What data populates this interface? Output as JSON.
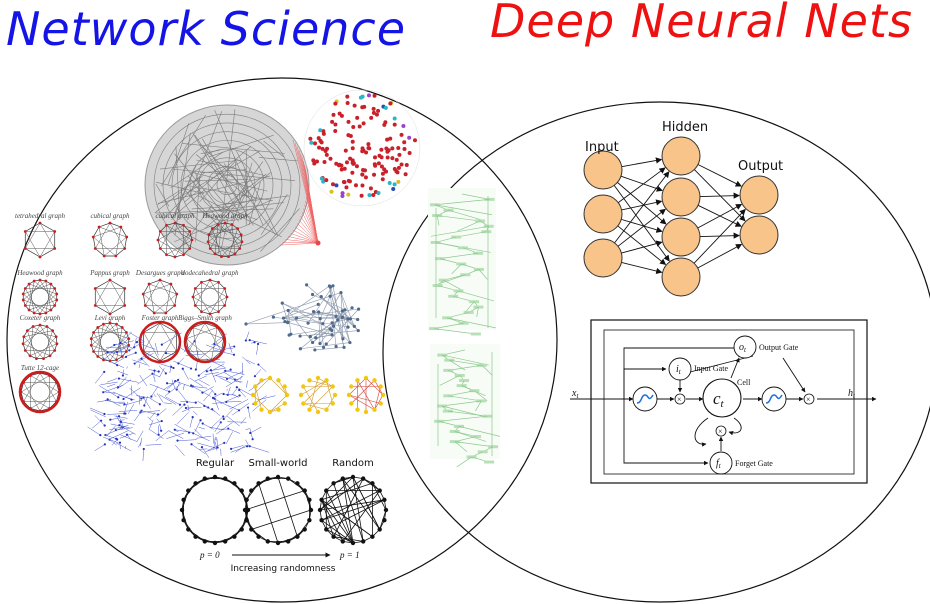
{
  "titles": {
    "left": "Network Science",
    "right": "Deep Neural Nets",
    "left_color": "#1414e6",
    "right_color": "#ee1111"
  },
  "graph_gallery": [
    "tetrahedral graph",
    "cubical graph",
    "cubical graph",
    "Heawood graph",
    "Heawood graph",
    "Pappus graph",
    "Desargues graph",
    "dodecahedral graph",
    "Coxeter graph",
    "Levi graph",
    "Foster graph",
    "Biggs–Smith graph",
    "Tutte 12-cage"
  ],
  "small_world": {
    "panels": [
      "Regular",
      "Small-world",
      "Random"
    ],
    "p_left": "p = 0",
    "p_right": "p = 1",
    "axis_label": "Increasing randomness"
  },
  "neural_net": {
    "input_label": "Input",
    "hidden_label": "Hidden",
    "output_label": "Output",
    "layer_sizes": [
      3,
      4,
      2
    ],
    "node_color": "#f8c48a"
  },
  "lstm": {
    "input": "x",
    "input_sub": "t",
    "output": "h",
    "output_sub": "t",
    "cell": "c",
    "cell_sub": "t",
    "input_gate": "i",
    "input_gate_sub": "t",
    "output_gate": "o",
    "output_gate_sub": "t",
    "forget_gate": "f",
    "forget_gate_sub": "t",
    "input_gate_label": "Input Gate",
    "output_gate_label": "Output Gate",
    "forget_gate_label": "Forget Gate",
    "cell_label": "Cell",
    "mult": "×"
  }
}
